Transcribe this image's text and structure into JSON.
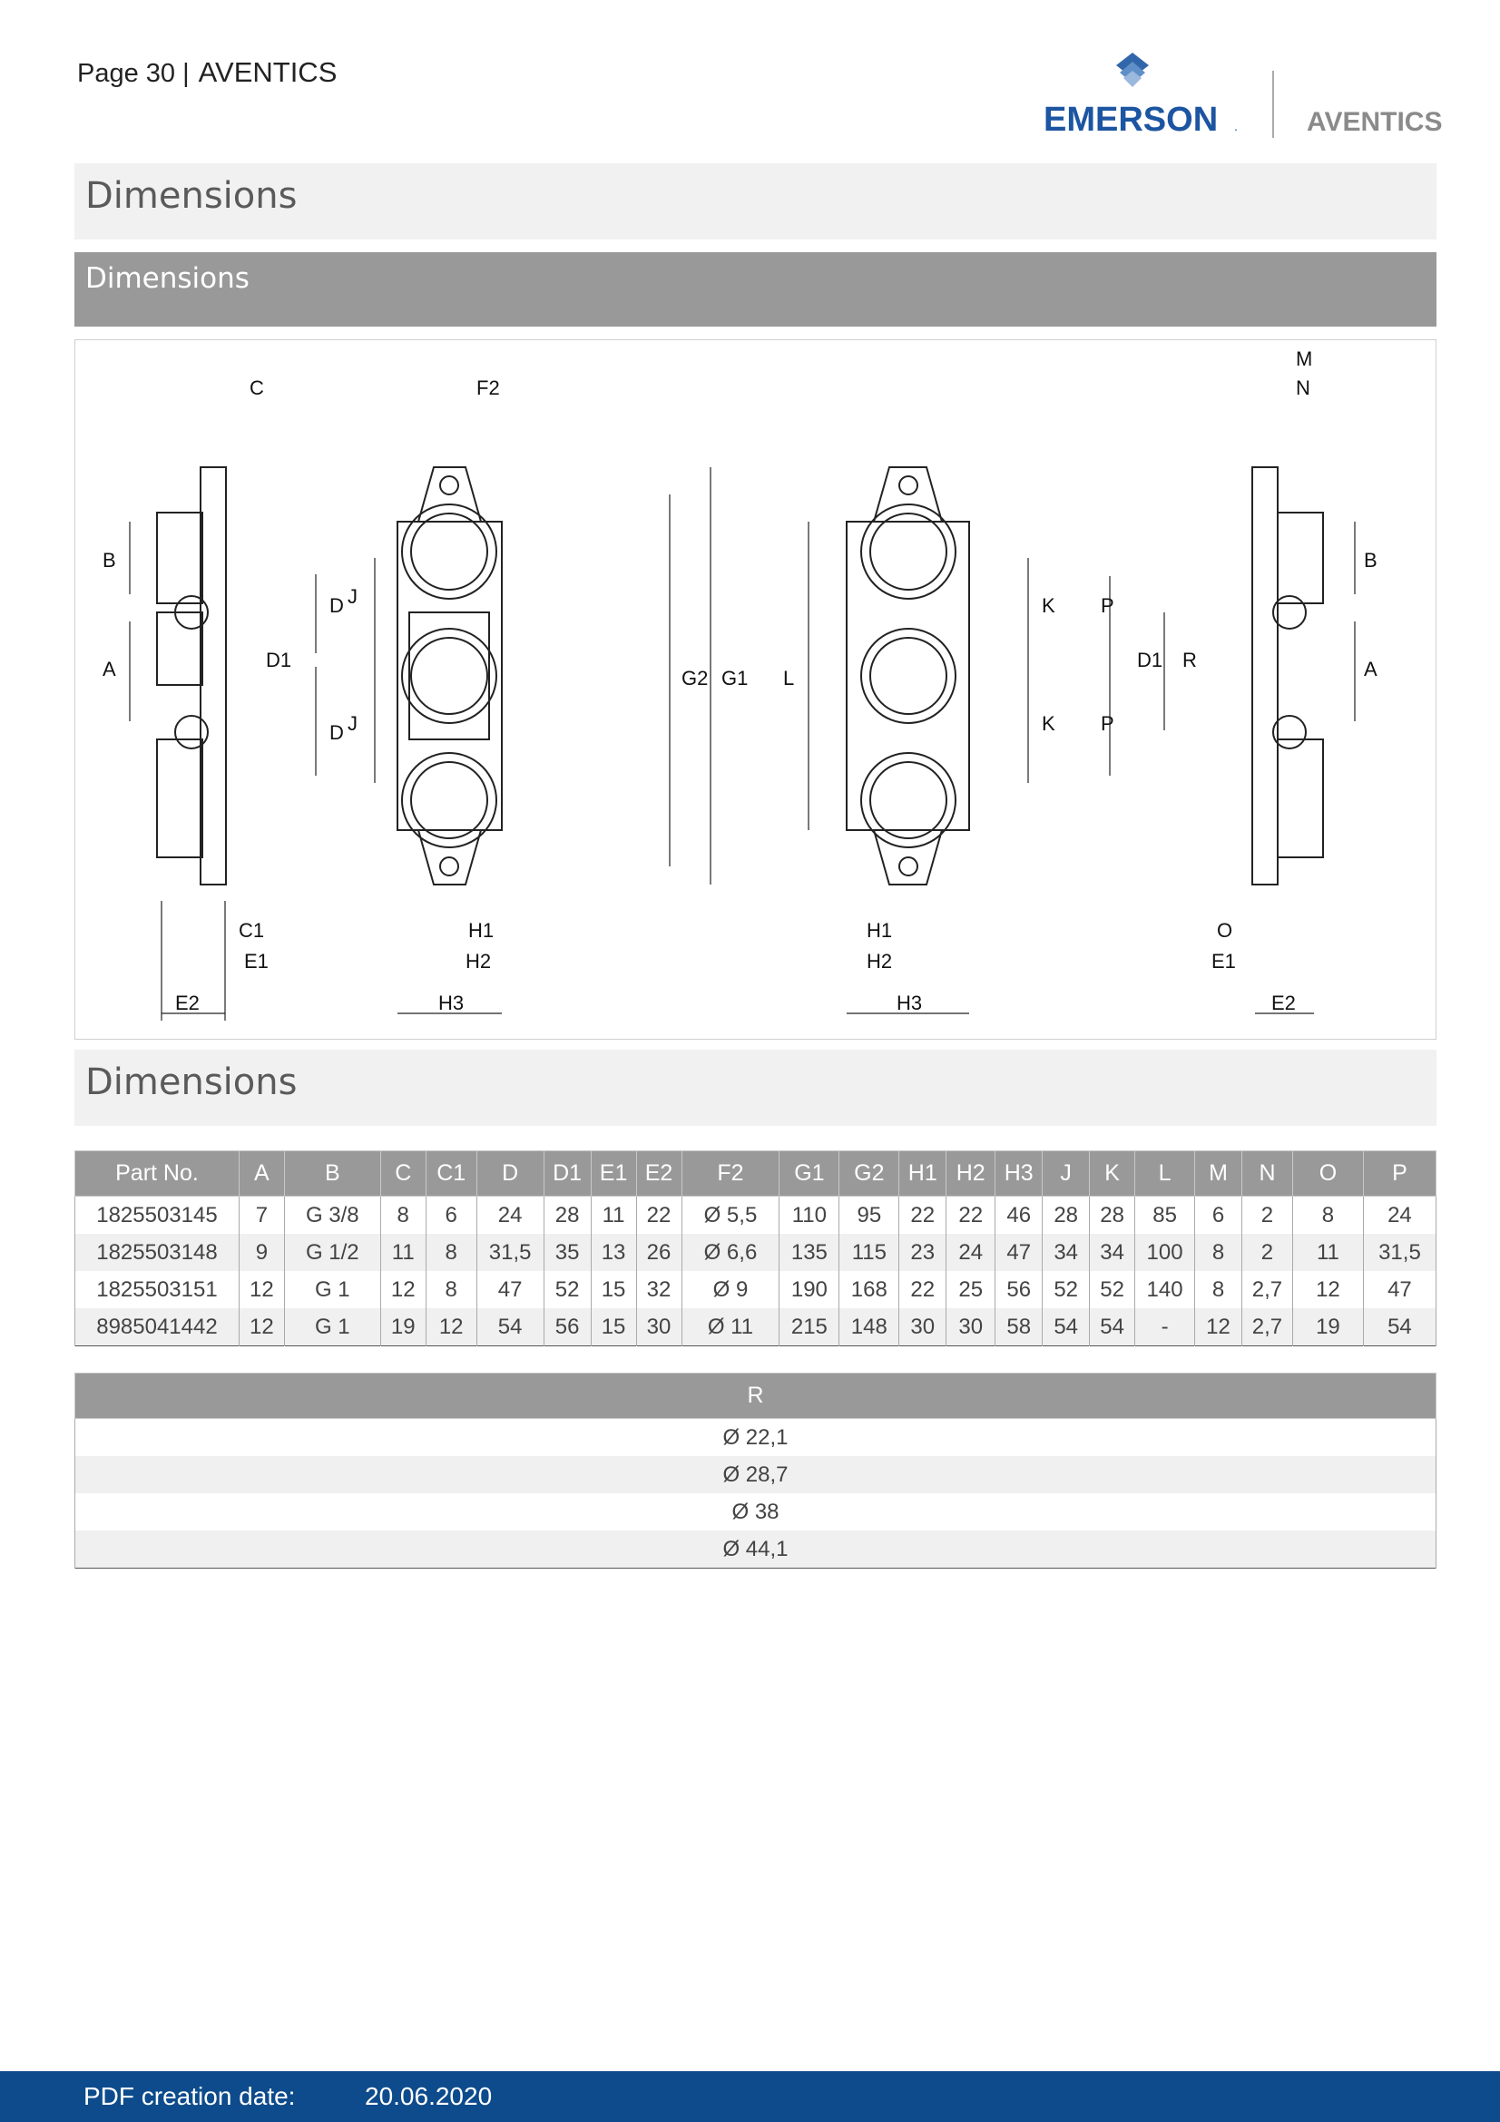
{
  "header": {
    "page_label": "Page  30   |",
    "brand": "AVENTICS"
  },
  "logo": {
    "emerson": "EMERSON",
    "tm": ".",
    "aventics": "AVENTICS"
  },
  "sections": {
    "title_main": "Dimensions",
    "subtitle_bar": "Dimensions",
    "title_table": "Dimensions"
  },
  "drawing": {
    "labels": [
      "C",
      "B",
      "A",
      "D",
      "D1",
      "D",
      "C1",
      "E1",
      "E2",
      "F2",
      "J",
      "J",
      "G2",
      "G1",
      "H1",
      "H2",
      "H3",
      "L",
      "K",
      "K",
      "H1",
      "H2",
      "H3",
      "M",
      "N",
      "B",
      "A",
      "P",
      "D1",
      "R",
      "P",
      "O",
      "E1",
      "E2"
    ]
  },
  "dimensions_table": {
    "headers": [
      "Part No.",
      "A",
      "B",
      "C",
      "C1",
      "D",
      "D1",
      "E1",
      "E2",
      "F2",
      "G1",
      "G2",
      "H1",
      "H2",
      "H3",
      "J",
      "K",
      "L",
      "M",
      "N",
      "O",
      "P"
    ],
    "rows": [
      [
        "1825503145",
        "7",
        "G 3/8",
        "8",
        "6",
        "24",
        "28",
        "11",
        "22",
        "Ø 5,5",
        "110",
        "95",
        "22",
        "22",
        "46",
        "28",
        "28",
        "85",
        "6",
        "2",
        "8",
        "24"
      ],
      [
        "1825503148",
        "9",
        "G 1/2",
        "11",
        "8",
        "31,5",
        "35",
        "13",
        "26",
        "Ø 6,6",
        "135",
        "115",
        "23",
        "24",
        "47",
        "34",
        "34",
        "100",
        "8",
        "2",
        "11",
        "31,5"
      ],
      [
        "1825503151",
        "12",
        "G 1",
        "12",
        "8",
        "47",
        "52",
        "15",
        "32",
        "Ø 9",
        "190",
        "168",
        "22",
        "25",
        "56",
        "52",
        "52",
        "140",
        "8",
        "2,7",
        "12",
        "47"
      ],
      [
        "8985041442",
        "12",
        "G 1",
        "19",
        "12",
        "54",
        "56",
        "15",
        "30",
        "Ø 11",
        "215",
        "148",
        "30",
        "30",
        "58",
        "54",
        "54",
        "-",
        "12",
        "2,7",
        "19",
        "54"
      ]
    ]
  },
  "r_table": {
    "header": "R",
    "rows": [
      "Ø 22,1",
      "Ø 28,7",
      "Ø 38",
      "Ø 44,1"
    ]
  },
  "footer": {
    "label": "PDF creation date:",
    "date": "20.06.2020"
  },
  "colors": {
    "footer": "#0d4b8c",
    "header_bar": "#999999",
    "panel": "#f1f1f1",
    "logo_blue": "#1c55a1"
  }
}
